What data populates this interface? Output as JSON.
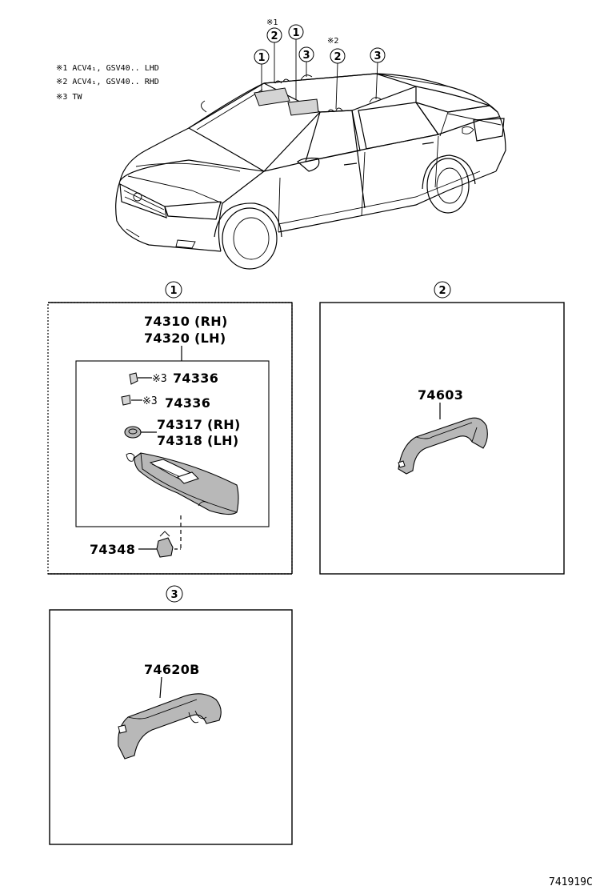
{
  "notes": {
    "note1": "※1  ACV4₁, GSV40.. LHD",
    "note2": "※2  ACV4₁, GSV40.. RHD",
    "note3": "※3  TW"
  },
  "car_callouts": {
    "c1a": "1",
    "c2a": "2",
    "c1b": "1",
    "c3a": "3",
    "c2b": "2",
    "c3b": "3",
    "mark1": "※1",
    "mark2": "※2"
  },
  "sections": {
    "s1": {
      "callout": "1",
      "visor_rh": "74310 (RH)",
      "visor_lh": "74320 (LH)",
      "clip_a_mark": "※3",
      "clip_a": "74336",
      "clip_b_mark": "※3",
      "clip_b": "74336",
      "holder_rh": "74317 (RH)",
      "holder_lh": "74318 (LH)",
      "bracket": "74348"
    },
    "s2": {
      "callout": "2",
      "grip": "74603"
    },
    "s3": {
      "callout": "3",
      "grip": "74620B"
    }
  },
  "footer": {
    "code": "741919C"
  }
}
